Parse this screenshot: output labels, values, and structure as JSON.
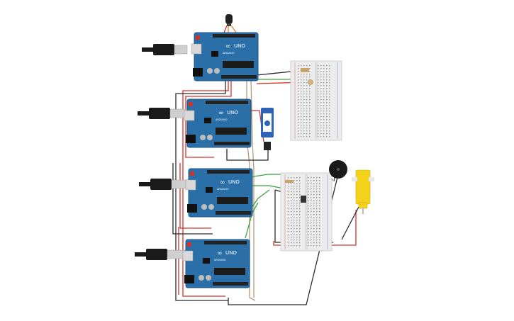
{
  "board": {
    "model_label": "UNO",
    "brand_label": "ARDUINO",
    "color": "#2a6fa8",
    "dark_color": "#1d5585"
  },
  "boards": [
    {
      "name": "arduino-uno-1"
    },
    {
      "name": "arduino-uno-2"
    },
    {
      "name": "arduino-uno-3"
    },
    {
      "name": "arduino-uno-4"
    }
  ],
  "components": {
    "breadboard_top": "breadboard-small",
    "breadboard_bottom": "breadboard-small",
    "servo": "micro-servo",
    "buzzer": "piezo-buzzer",
    "motor": "dc-hobby-gearmotor",
    "ir_sensor": "ir-receiver",
    "pot": "potentiometer"
  },
  "colors": {
    "wire_red": "#d6312d",
    "wire_black": "#2b2b2b",
    "wire_green": "#3aa63a",
    "wire_orange": "#e08a1e",
    "wire_tan": "#b59a7a",
    "breadboard": "#ededed",
    "motor_yellow": "#f2d21b"
  }
}
